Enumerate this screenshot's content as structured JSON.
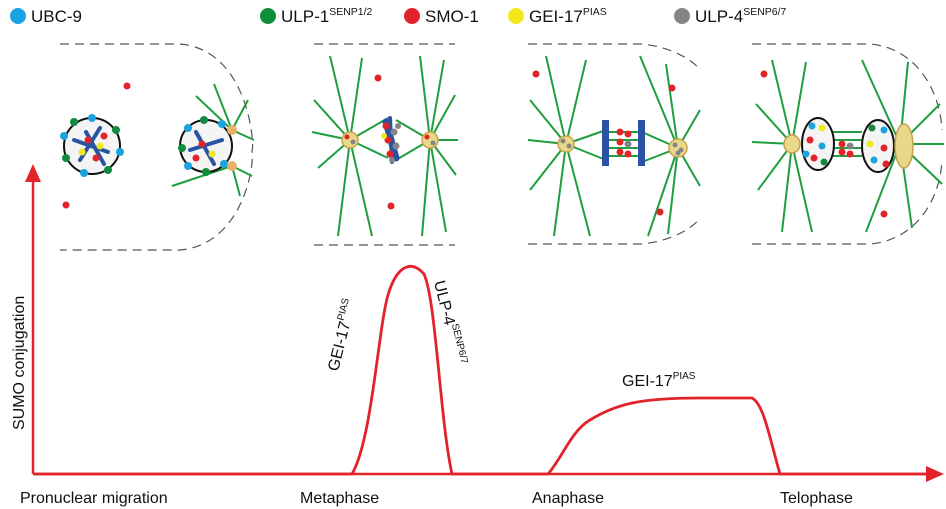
{
  "legend": {
    "items": [
      {
        "name": "UBC-9",
        "sup": "",
        "color": "#1aa3e0"
      },
      {
        "name": "ULP-1",
        "sup": "SENP1/2",
        "color": "#0f8c3c"
      },
      {
        "name": "SMO-1",
        "sup": "",
        "color": "#e2232a"
      },
      {
        "name": "GEI-17",
        "sup": "PIAS",
        "color": "#f2e81d"
      },
      {
        "name": "ULP-4",
        "sup": "SENP6/7",
        "color": "#858585"
      }
    ]
  },
  "axis": {
    "y_label": "SUMO conjugation",
    "axis_color": "#e2232a"
  },
  "phases": [
    "Pronuclear migration",
    "Metaphase",
    "Anaphase",
    "Telophase"
  ],
  "curve_labels": {
    "rise": {
      "name": "GEI-17",
      "sup": "PIAS"
    },
    "fall": {
      "name": "ULP-4",
      "sup": "SENP6/7"
    },
    "plateau": {
      "name": "GEI-17",
      "sup": "PIAS"
    }
  },
  "colors": {
    "spindle": "#1e9e3e",
    "chromosome": "#2a54a3",
    "centrosome": "#e8d98a",
    "curve": "#e2232a"
  }
}
